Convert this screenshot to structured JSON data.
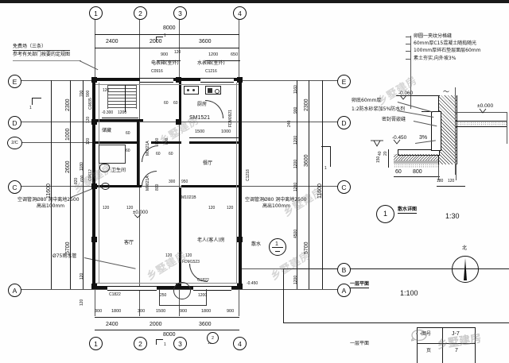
{
  "sheet": {
    "top_note": "免费场(三条)\n参考有关部门按要的定规图",
    "watermark_text": "乡墅建房",
    "wechat_brand": "乡墅建房"
  },
  "plan": {
    "title": "一层平面",
    "scale": "1:100",
    "title_block_label": "一层平面",
    "sheet_no_label": "图号",
    "sheet_no": "J-7",
    "page_label": "页",
    "page_no": "7",
    "north_label": "北",
    "grid_top": [
      "1",
      "2",
      "3",
      "4"
    ],
    "grid_left": [
      "E",
      "D",
      "2/C",
      "C",
      "A"
    ],
    "grid_right": [
      "E",
      "D",
      "C",
      "B",
      "A"
    ],
    "grid_bottom": [
      "1",
      "2",
      "3",
      "4"
    ],
    "section_mark": "1",
    "detail_ref": "1",
    "apron_label": "散水",
    "dims_top_overall": "8000",
    "dims_top_bays": [
      "2400",
      "2000",
      "3600"
    ],
    "dims_top_sub": [
      "900",
      "120",
      "1200",
      "650"
    ],
    "dims_bottom_overall": "8000",
    "dims_bottom_bays": [
      "2400",
      "2000",
      "3600"
    ],
    "dims_bottom_sub": [
      "300",
      "1800",
      "300",
      "1500",
      "900",
      "1800",
      "900"
    ],
    "dims_left_overall": "11600",
    "dims_left_bays": [
      "2300",
      "1000",
      "2600",
      "5700"
    ],
    "dims_left_sub": [
      "700",
      "900",
      "700",
      "120",
      "120",
      "1180",
      "820",
      "600",
      "120",
      "120"
    ],
    "dims_right_overall": "11600",
    "dims_right_bays": [
      "2300",
      "3600",
      "5700"
    ],
    "dims_right_sub": [
      "1160",
      "900",
      "240",
      "1200",
      "1200",
      "1200",
      "4500",
      "1200"
    ],
    "rooms": [
      {
        "name": "厨房",
        "tag": "SM1521"
      },
      {
        "name": "餐厅",
        "tag": ""
      },
      {
        "name": "客厅",
        "tag": ""
      },
      {
        "name": "卫生间",
        "tag": ""
      },
      {
        "name": "储藏",
        "tag": ""
      },
      {
        "name": "老人(客人)房",
        "tag": ""
      }
    ],
    "windows": [
      "C0916",
      "C1216",
      "C0835",
      "C0612",
      "C1218",
      "C1822"
    ],
    "doors": [
      "FDM0921",
      "M0821A",
      "M0821A",
      "M1021B",
      "FDM1523"
    ],
    "level_marks": [
      "±0.000",
      "-0.300",
      "-0.450",
      "-0.060"
    ],
    "inner_dims": [
      "1500",
      "1000",
      "120",
      "60",
      "60",
      "60",
      "60",
      "120",
      "120",
      "120",
      "120",
      "120",
      "300",
      "950",
      "250",
      "250",
      "1200",
      "280",
      "800"
    ],
    "notes": [
      {
        "text": "空调管洞Ø80 洞中离地2500 高出100mm"
      },
      {
        "text": "空调管洞Ø80 洞中离地2500 高出100mm"
      },
      {
        "text": "空调管洞Ø80 洞中离地2500 高出100mm"
      },
      {
        "text": "Ø75雨水管"
      },
      {
        "text": "水表箱(室外)"
      },
      {
        "text": "电表箱(室外)"
      }
    ]
  },
  "detail": {
    "number": "1",
    "title": "散水详图",
    "scale": "1:30",
    "spec_lines": [
      "卵圆一夹纹分格缝",
      "60mm厚C15混凝土随捣随光",
      "100mm厚碎石垫层面层60mm",
      "素土夯实,向外坡3%"
    ],
    "callouts": [
      "卵底60mm厚",
      "1:2防水砂浆加5%防水剂",
      "密封膏嵌缝"
    ],
    "levels": [
      "-0.060",
      "±0.000",
      "-0.450"
    ],
    "slope": "3%",
    "dims": [
      "60",
      "800",
      "180",
      "120",
      "150",
      "20",
      "40"
    ]
  }
}
